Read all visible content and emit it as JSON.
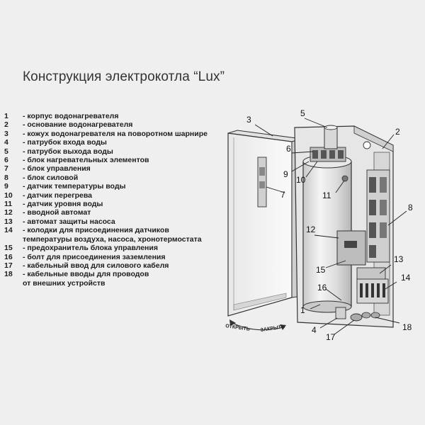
{
  "title": "Конструкция электрокотла “Lux”",
  "legend": [
    {
      "num": "1",
      "text": "- корпус водонагревателя"
    },
    {
      "num": "2",
      "text": "- основание водонагревателя"
    },
    {
      "num": "3",
      "text": "- кожух водонагревателя на поворотном шарнире"
    },
    {
      "num": "4",
      "text": "- патрубок входа воды"
    },
    {
      "num": "5",
      "text": "- патрубок выхода воды"
    },
    {
      "num": "6",
      "text": "- блок нагревательных элементов"
    },
    {
      "num": "7",
      "text": "- блок управления"
    },
    {
      "num": "8",
      "text": "- блок силовой"
    },
    {
      "num": "9",
      "text": "- датчик температуры воды"
    },
    {
      "num": "10",
      "text": "- датчик перегрева"
    },
    {
      "num": "11",
      "text": "- датчик уровня воды"
    },
    {
      "num": "12",
      "text": "- вводной автомат"
    },
    {
      "num": "13",
      "text": "- автомат защиты насоса"
    },
    {
      "num": "14",
      "text": "- колодки для присоединения датчиков\nтемпературы воздуха, насоса, хронотермостата"
    },
    {
      "num": "15",
      "text": "- предохранитель блока управления"
    },
    {
      "num": "16",
      "text": "- болт для присоединения заземления"
    },
    {
      "num": "17",
      "text": "- кабельный ввод для силового кабеля"
    },
    {
      "num": "18",
      "text": "- кабельные вводы  для проводов\nот внешних устройств"
    }
  ],
  "callouts": [
    "1",
    "2",
    "3",
    "4",
    "5",
    "6",
    "7",
    "8",
    "9",
    "10",
    "11",
    "12",
    "13",
    "14",
    "15",
    "16",
    "17",
    "18"
  ],
  "rotation": {
    "open": "ОТКРЫТЬ",
    "close": "ЗАКРЫТЬ"
  },
  "colors": {
    "background": "#efefef",
    "text": "#1d1d1d",
    "line": "#333333"
  }
}
